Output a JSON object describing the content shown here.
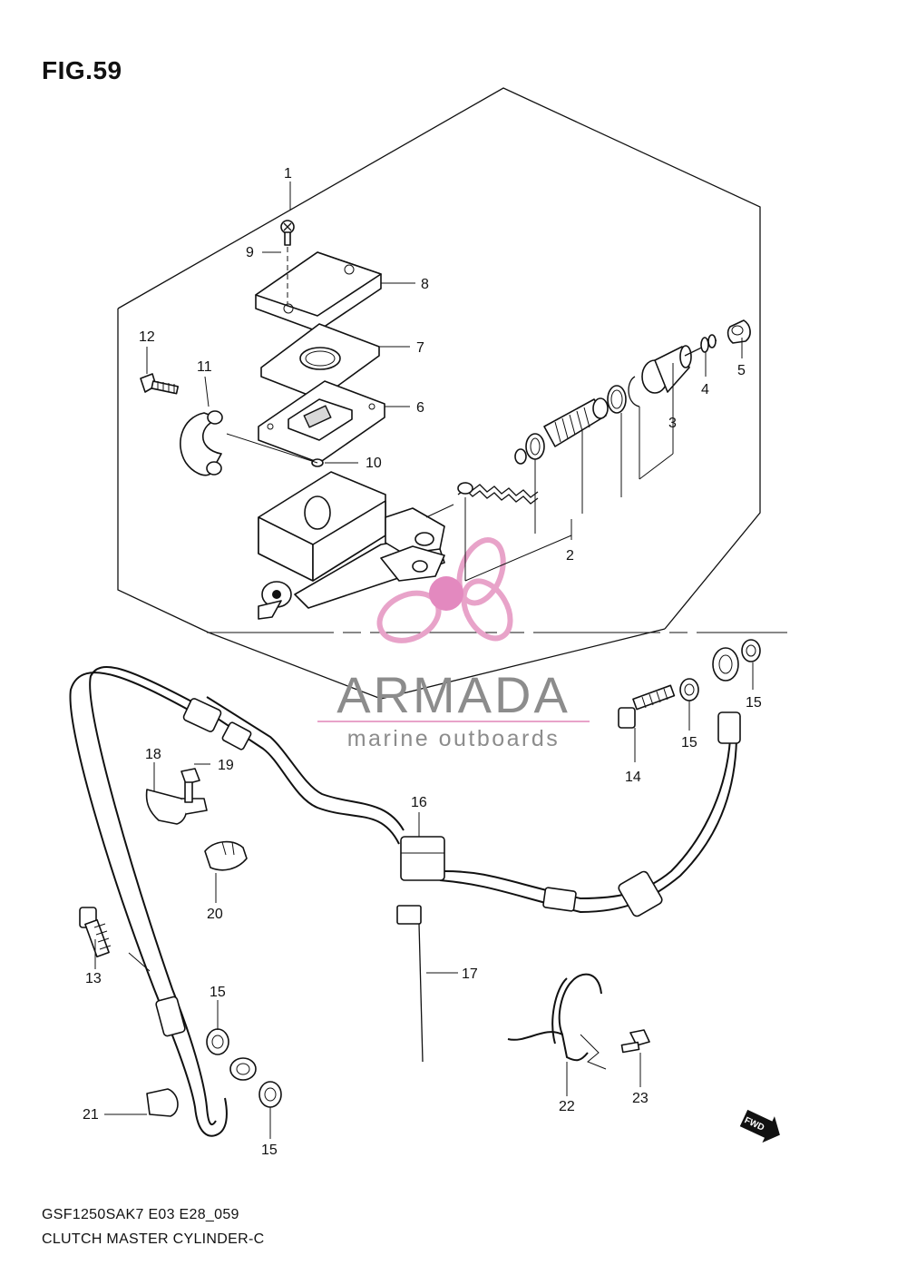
{
  "figure": {
    "title": "FIG.59",
    "model_code": "GSF1250SAK7 E03 E28_059",
    "name": "CLUTCH MASTER CYLINDER-C"
  },
  "watermark": {
    "brand": "ARMADA",
    "tagline": "marine outboards",
    "colors": {
      "logo": "#e8a3c9",
      "logo_center": "#e389bf",
      "text": "#8c8c8c"
    }
  },
  "callouts": [
    "1",
    "2",
    "3",
    "4",
    "5",
    "6",
    "7",
    "8",
    "9",
    "10",
    "11",
    "12",
    "13",
    "14",
    "15",
    "15",
    "15",
    "15",
    "16",
    "17",
    "18",
    "19",
    "20",
    "21",
    "22",
    "23"
  ],
  "fwd_badge": "FWD"
}
